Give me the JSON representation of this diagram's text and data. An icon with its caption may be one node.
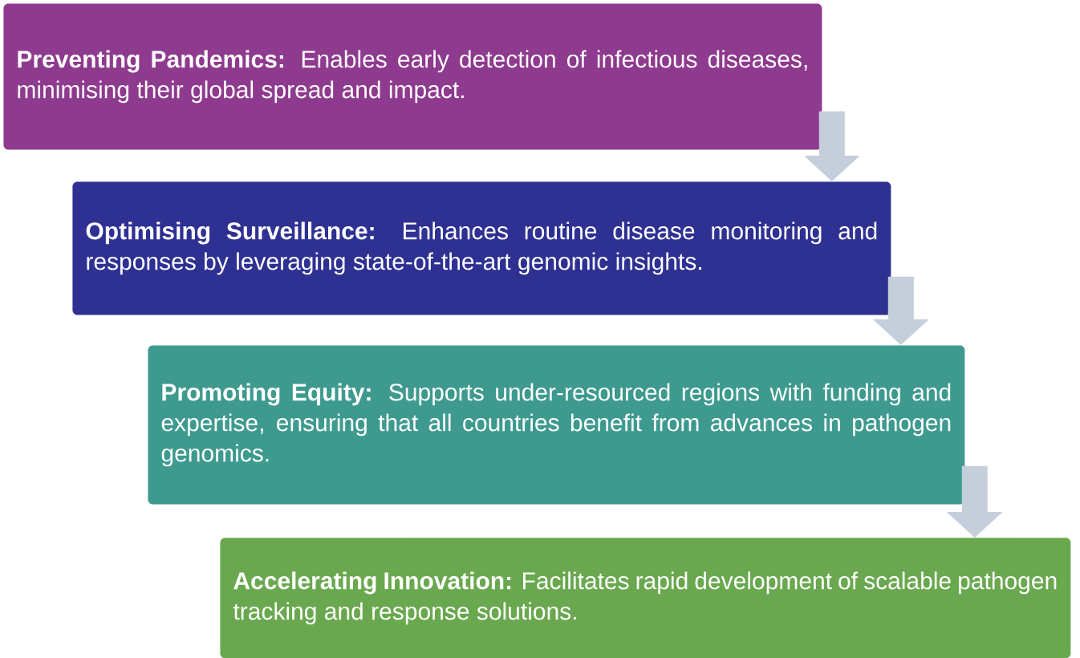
{
  "diagram": {
    "nodes": [
      {
        "text": [
          "**Preventing Pandemics:** Enables early detection of infectious diseases, minimising their global spread and impact."
        ]
      },
      {
        "text": [
          "**Optimising Surveillance:** Enhances routine disease monitoring and responses by leveraging state-of-the-art genomic insights."
        ]
      },
      {
        "text": [
          "**Promoting Equity:** Supports under-resourced regions with funding and expertise, ensuring that all countries benefit from advances in pathogen genomics."
        ]
      },
      {
        "text": [
          "**Accelerating Innovation:** Facilitates rapid development of scalable pathogen tracking and response solutions."
        ]
      }
    ],
    "edges": [
      {
        "from": 0,
        "to": 1,
        "arrow": "to"
      },
      {
        "from": 1,
        "to": 2,
        "arrow": "to"
      },
      {
        "from": 2,
        "to": 3,
        "arrow": "to"
      }
    ]
  }
}
